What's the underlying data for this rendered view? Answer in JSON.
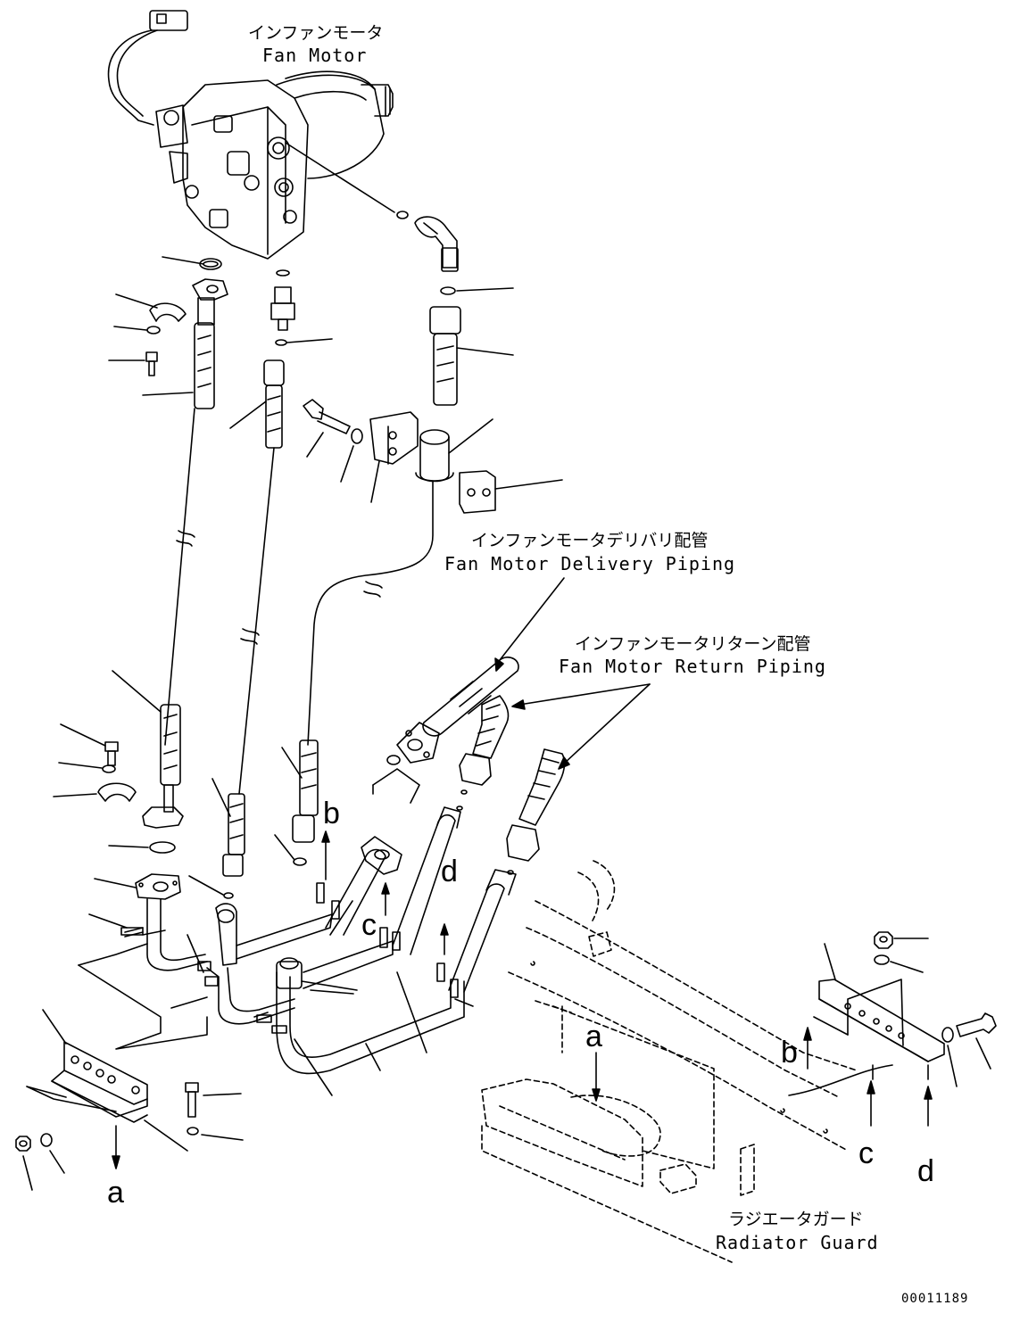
{
  "labels": {
    "fan_motor": {
      "jp": "インファンモータ",
      "en": "Fan Motor"
    },
    "delivery_piping": {
      "jp": "インファンモータデリバリ配管",
      "en": "Fan Motor Delivery Piping"
    },
    "return_piping": {
      "jp": "インファンモータリターン配管",
      "en": "Fan Motor Return Piping"
    },
    "radiator_guard": {
      "jp": "ラジエータガード",
      "en": "Radiator Guard"
    }
  },
  "refs": {
    "a_left": "a",
    "a_right": "a",
    "b_left": "b",
    "b_right": "b",
    "c_left": "c",
    "c_right": "c",
    "d_left": "d",
    "d_right": "d"
  },
  "drawing_number": "00011189"
}
